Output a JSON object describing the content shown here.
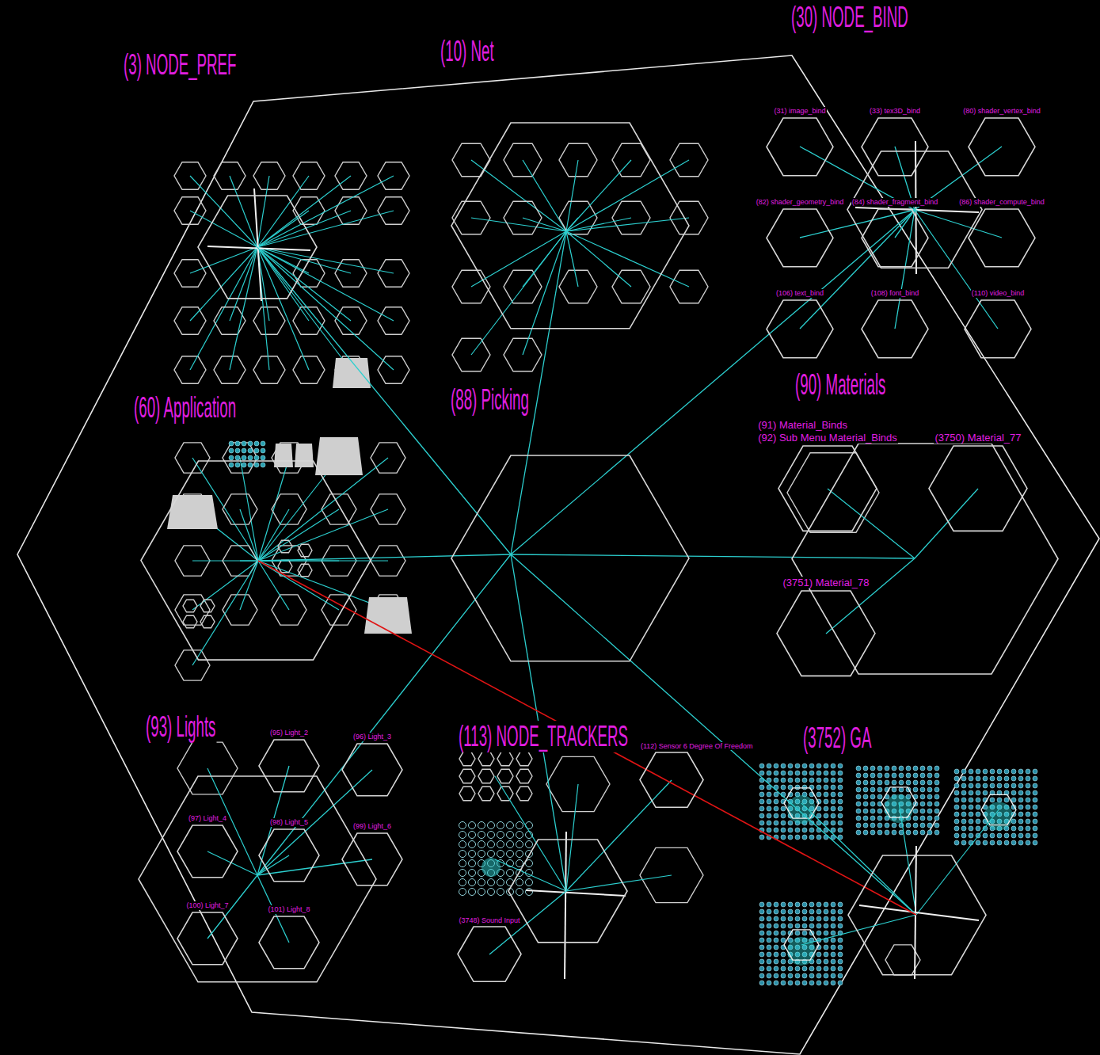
{
  "diagram": {
    "nodes": [
      {
        "text": [
          "(3) NODE_PREF"
        ]
      },
      {
        "text": [
          "(10) Net"
        ]
      },
      {
        "text": [
          "(30) NODE_BIND"
        ]
      },
      {
        "text": [
          "(31) image_bind"
        ],
        "in": 2
      },
      {
        "text": [
          "(33) tex3D_bind"
        ],
        "in": 2
      },
      {
        "text": [
          "(80) shader_vertex_bind"
        ],
        "in": 2
      },
      {
        "text": [
          "(82) shader_geometry_bind"
        ],
        "in": 2
      },
      {
        "text": [
          "(84) shader_fragment_bind"
        ],
        "in": 2
      },
      {
        "text": [
          "(86) shader_compute_bind"
        ],
        "in": 2
      },
      {
        "text": [
          "(106) text_bind"
        ],
        "in": 2
      },
      {
        "text": [
          "(108) font_bind"
        ],
        "in": 2
      },
      {
        "text": [
          "(110) video_bind"
        ],
        "in": 2
      },
      {
        "text": [
          "(60) Application"
        ]
      },
      {
        "text": [
          "(88) Picking"
        ]
      },
      {
        "text": [
          "(90) Materials"
        ]
      },
      {
        "text": [
          "(91) Material_Binds",
          "(92) Sub Menu Material_Binds"
        ],
        "in": 14
      },
      {
        "text": [
          "(3750) Material_77"
        ],
        "in": 14
      },
      {
        "text": [
          "(3751) Material_78"
        ],
        "in": 14
      },
      {
        "text": [
          "(93) Lights"
        ]
      },
      {
        "text": [
          "(95) Light_2"
        ],
        "in": 18
      },
      {
        "text": [
          "(96) Light_3"
        ],
        "in": 18
      },
      {
        "text": [
          "(97) Light_4"
        ],
        "in": 18
      },
      {
        "text": [
          "(98) Light_5"
        ],
        "in": 18
      },
      {
        "text": [
          "(99) Light_6"
        ],
        "in": 18
      },
      {
        "text": [
          "(100) Light_7"
        ],
        "in": 18
      },
      {
        "text": [
          "(101) Light_8"
        ],
        "in": 18
      },
      {
        "text": [
          "(113) NODE_TRACKERS"
        ]
      },
      {
        "text": [
          "(112) Sensor 6 Degree Of Freedom"
        ],
        "in": 26
      },
      {
        "text": [
          "(3748) Sound Input"
        ],
        "in": 26
      },
      {
        "text": [
          "(3752) GA"
        ]
      }
    ],
    "edges": [
      {
        "from": 13,
        "to": 0,
        "arrow": "none"
      },
      {
        "from": 13,
        "to": 1,
        "arrow": "none"
      },
      {
        "from": 13,
        "to": 2,
        "arrow": "none"
      },
      {
        "from": 13,
        "to": 12,
        "arrow": "none"
      },
      {
        "from": 13,
        "to": 14,
        "arrow": "none"
      },
      {
        "from": 13,
        "to": 18,
        "arrow": "none"
      },
      {
        "from": 13,
        "to": 26,
        "arrow": "none"
      },
      {
        "from": 13,
        "to": 29,
        "arrow": "none"
      },
      {
        "from": 2,
        "to": 3,
        "arrow": "none"
      },
      {
        "from": 2,
        "to": 4,
        "arrow": "none"
      },
      {
        "from": 2,
        "to": 5,
        "arrow": "none"
      },
      {
        "from": 2,
        "to": 6,
        "arrow": "none"
      },
      {
        "from": 2,
        "to": 7,
        "arrow": "none"
      },
      {
        "from": 2,
        "to": 8,
        "arrow": "none"
      },
      {
        "from": 2,
        "to": 9,
        "arrow": "none"
      },
      {
        "from": 2,
        "to": 10,
        "arrow": "none"
      },
      {
        "from": 2,
        "to": 11,
        "arrow": "none"
      },
      {
        "from": 14,
        "to": 15,
        "arrow": "none"
      },
      {
        "from": 14,
        "to": 16,
        "arrow": "none"
      },
      {
        "from": 14,
        "to": 17,
        "arrow": "none"
      },
      {
        "from": 18,
        "to": 19,
        "arrow": "none"
      },
      {
        "from": 18,
        "to": 20,
        "arrow": "none"
      },
      {
        "from": 18,
        "to": 21,
        "arrow": "none"
      },
      {
        "from": 18,
        "to": 22,
        "arrow": "none"
      },
      {
        "from": 18,
        "to": 23,
        "arrow": "none"
      },
      {
        "from": 18,
        "to": 24,
        "arrow": "none"
      },
      {
        "from": 18,
        "to": 25,
        "arrow": "none"
      },
      {
        "from": 26,
        "to": 27,
        "arrow": "none"
      },
      {
        "from": 26,
        "to": 28,
        "arrow": "none"
      },
      {
        "from": 12,
        "to": 29,
        "arrow": "none"
      }
    ]
  }
}
